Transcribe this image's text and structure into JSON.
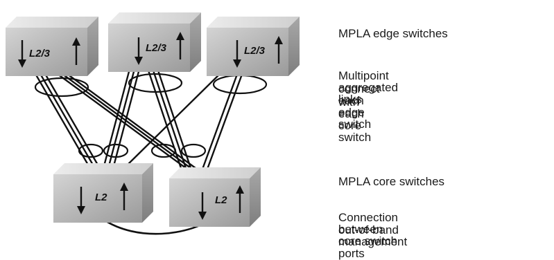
{
  "edge_switches": [
    {
      "label": "L2/3"
    },
    {
      "label": "L2/3"
    },
    {
      "label": "L2/3"
    }
  ],
  "core_switches": [
    {
      "label": "L2"
    },
    {
      "label": "L2"
    }
  ],
  "captions": {
    "edge": "MPLA edge switches",
    "links": [
      "Multipoint aggregated links",
      "connect each edge switch",
      "with each core switch"
    ],
    "core": "MPLA core switches",
    "mgmt": [
      "Connection between core switch",
      "out-of-band management ports"
    ]
  },
  "colors": {
    "box_front": "#b8b8b8",
    "box_top": "#dcdcdc",
    "box_side": "#8e8e8e",
    "line": "#111111"
  }
}
